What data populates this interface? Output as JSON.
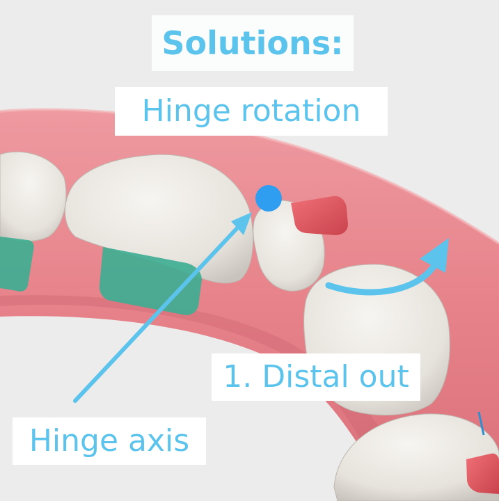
{
  "title": "Solutions:",
  "subtitle": "Hinge rotation",
  "callouts": {
    "distal_out": "1. Distal out",
    "hinge_axis": "Hinge axis"
  },
  "colors": {
    "accent": "#5cc4ec",
    "gum": "#e9888f",
    "tooth": "#ece9e4",
    "attachment_green": "#3fae93",
    "attachment_red": "#e25a62",
    "background": "#ececec"
  }
}
